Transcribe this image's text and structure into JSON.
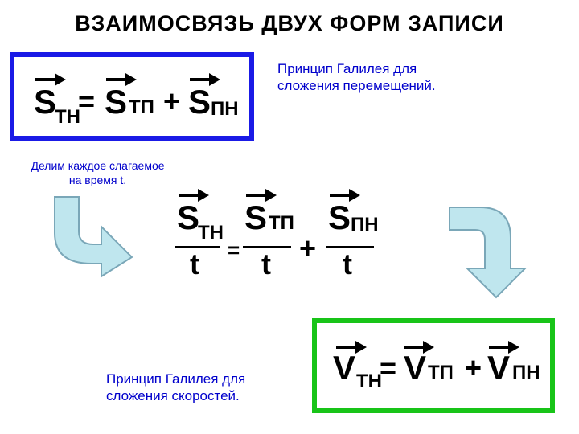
{
  "title": "ВЗАИМОСВЯЗЬ ДВУХ ФОРМ ЗАПИСИ",
  "eq1": {
    "s": "S",
    "sub_tn": "ТН",
    "equals": "=",
    "sub_tp": "ТП",
    "plus": "+",
    "sub_pn": "ПН"
  },
  "caption_top": {
    "line1": "Принцип Галилея для",
    "line2": "сложения перемещений."
  },
  "divide_note": {
    "line1": "Делим каждое слагаемое",
    "line2": "на время t."
  },
  "eq2": {
    "s": "S",
    "sub_tn": "ТН",
    "sub_tp": "ТП",
    "sub_pn": "ПН",
    "equals": "=",
    "plus": "+",
    "t": "t"
  },
  "caption_bottom": {
    "line1": "Принцип Галилея для",
    "line2": "сложения скоростей."
  },
  "eq3": {
    "v": "V",
    "sub_tn": "ТН",
    "equals": "=",
    "sub_tp": "ТП",
    "plus": "+",
    "sub_pn": "ПН"
  },
  "colors": {
    "blue_frame": "#1a1ae6",
    "green_frame": "#18c418",
    "caption_text": "#0000cc",
    "curved_arrow_fill": "#bfe6ee",
    "curved_arrow_stroke": "#7aa7b8"
  },
  "icons": [
    "curved-arrow-left-icon",
    "curved-arrow-right-icon",
    "vector-arrow-icon"
  ]
}
